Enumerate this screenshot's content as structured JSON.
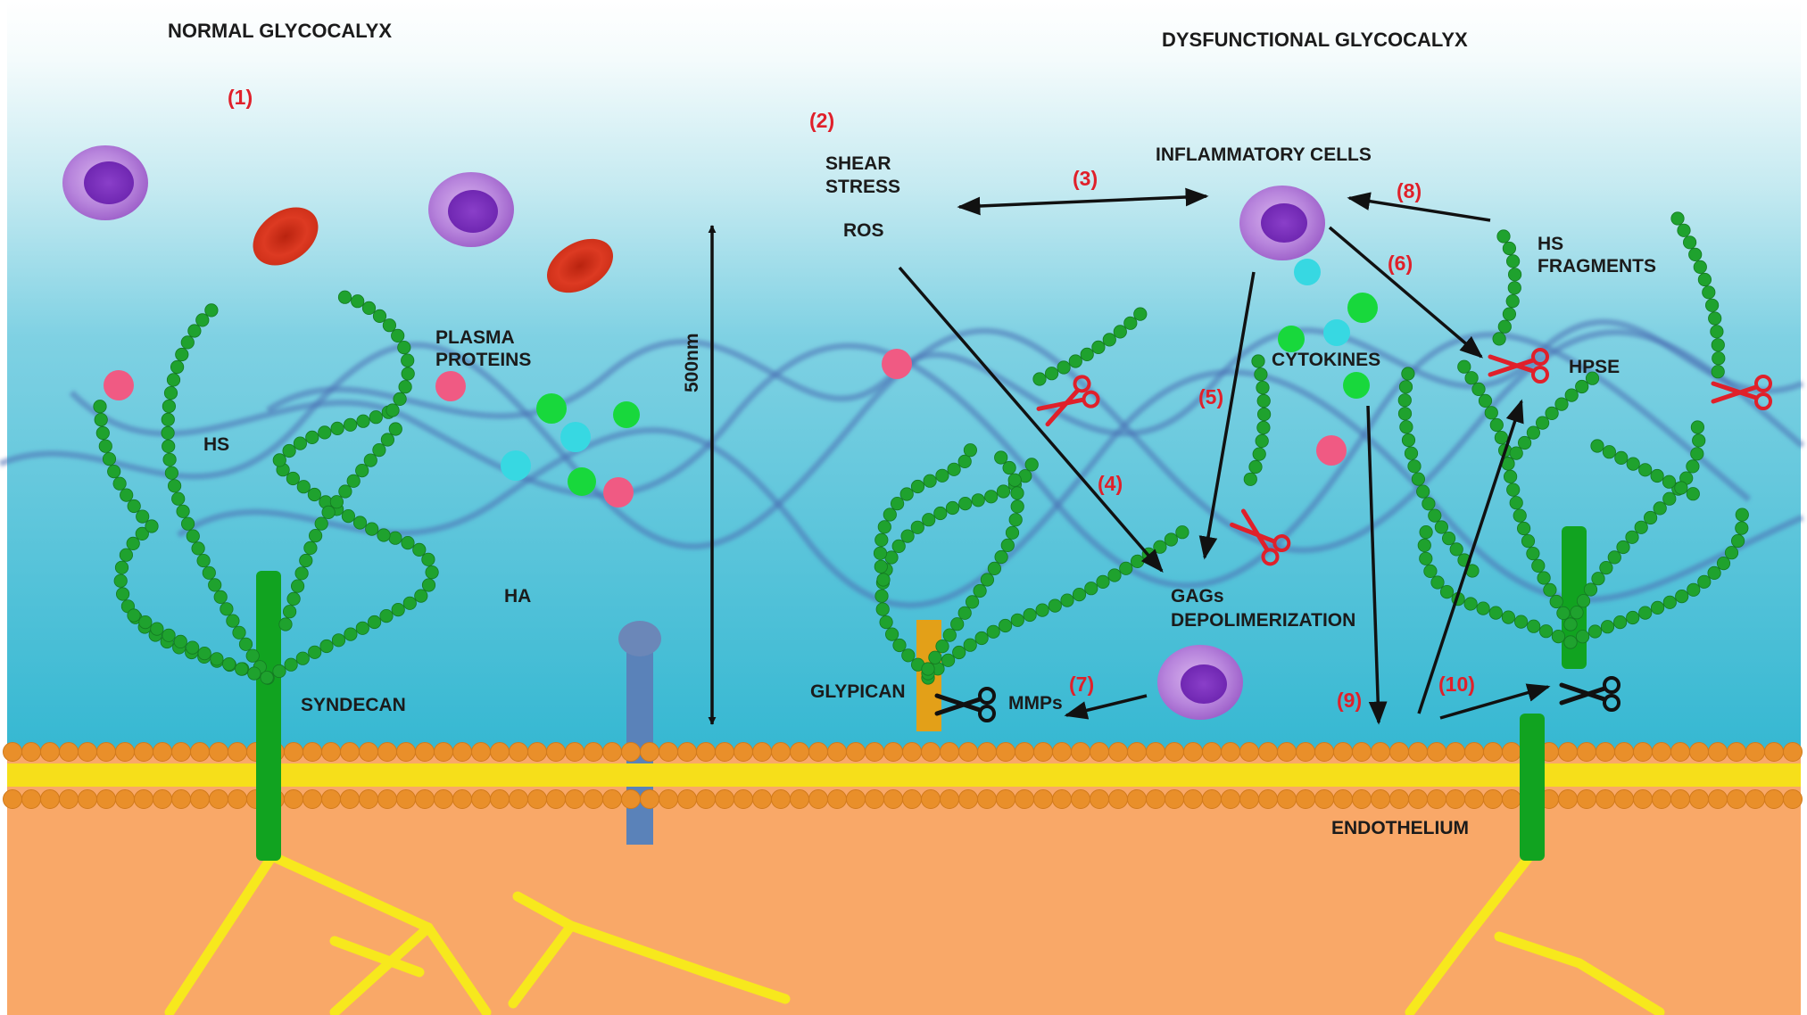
{
  "titles": {
    "left": "NORMAL GLYCOCALYX",
    "right": "DYSFUNCTIONAL GLYCOCALYX"
  },
  "labels": {
    "hs": "HS",
    "plasma_proteins_line1": "PLASMA",
    "plasma_proteins_line2": "PROTEINS",
    "ha": "HA",
    "syndecan": "SYNDECAN",
    "thickness": "500nm",
    "shear_stress_line1": "SHEAR",
    "shear_stress_line2": "STRESS",
    "ros": "ROS",
    "inflammatory_cells": "INFLAMMATORY CELLS",
    "hs_fragments_line1": "HS",
    "hs_fragments_line2": "FRAGMENTS",
    "cytokines": "CYTOKINES",
    "hpse": "HPSE",
    "gags_line1": "GAGs",
    "gags_line2": "DEPOLIMERIZATION",
    "glypican": "GLYPICAN",
    "mmps": "MMPs",
    "endothelium": "ENDOTHELIUM"
  },
  "steps": [
    "(1)",
    "(2)",
    "(3)",
    "(4)",
    "(5)",
    "(6)",
    "(7)",
    "(8)",
    "(9)",
    "(10)"
  ],
  "colors": {
    "hs_chain": "#1fa22e",
    "core_protein": "#11a320",
    "glypican_core": "#e3a018",
    "ha_strand": "#4a6fb4",
    "membrane_bead": "#e98f2a",
    "membrane_band": "#f6df1a",
    "cytoskeleton": "#f7e81d",
    "cytoplasm": "#f9a868",
    "lumen_top": "#e6f5f8",
    "lumen_bottom": "#36b8d2",
    "scissors_red": "#e0202a",
    "step_number": "#e0202a",
    "rbc": "#d22e1a",
    "leukocyte": "#9a5bc7",
    "plasma_protein_pink": "#f05a83",
    "protein_green": "#18d83c",
    "protein_cyan": "#37d8e2"
  }
}
